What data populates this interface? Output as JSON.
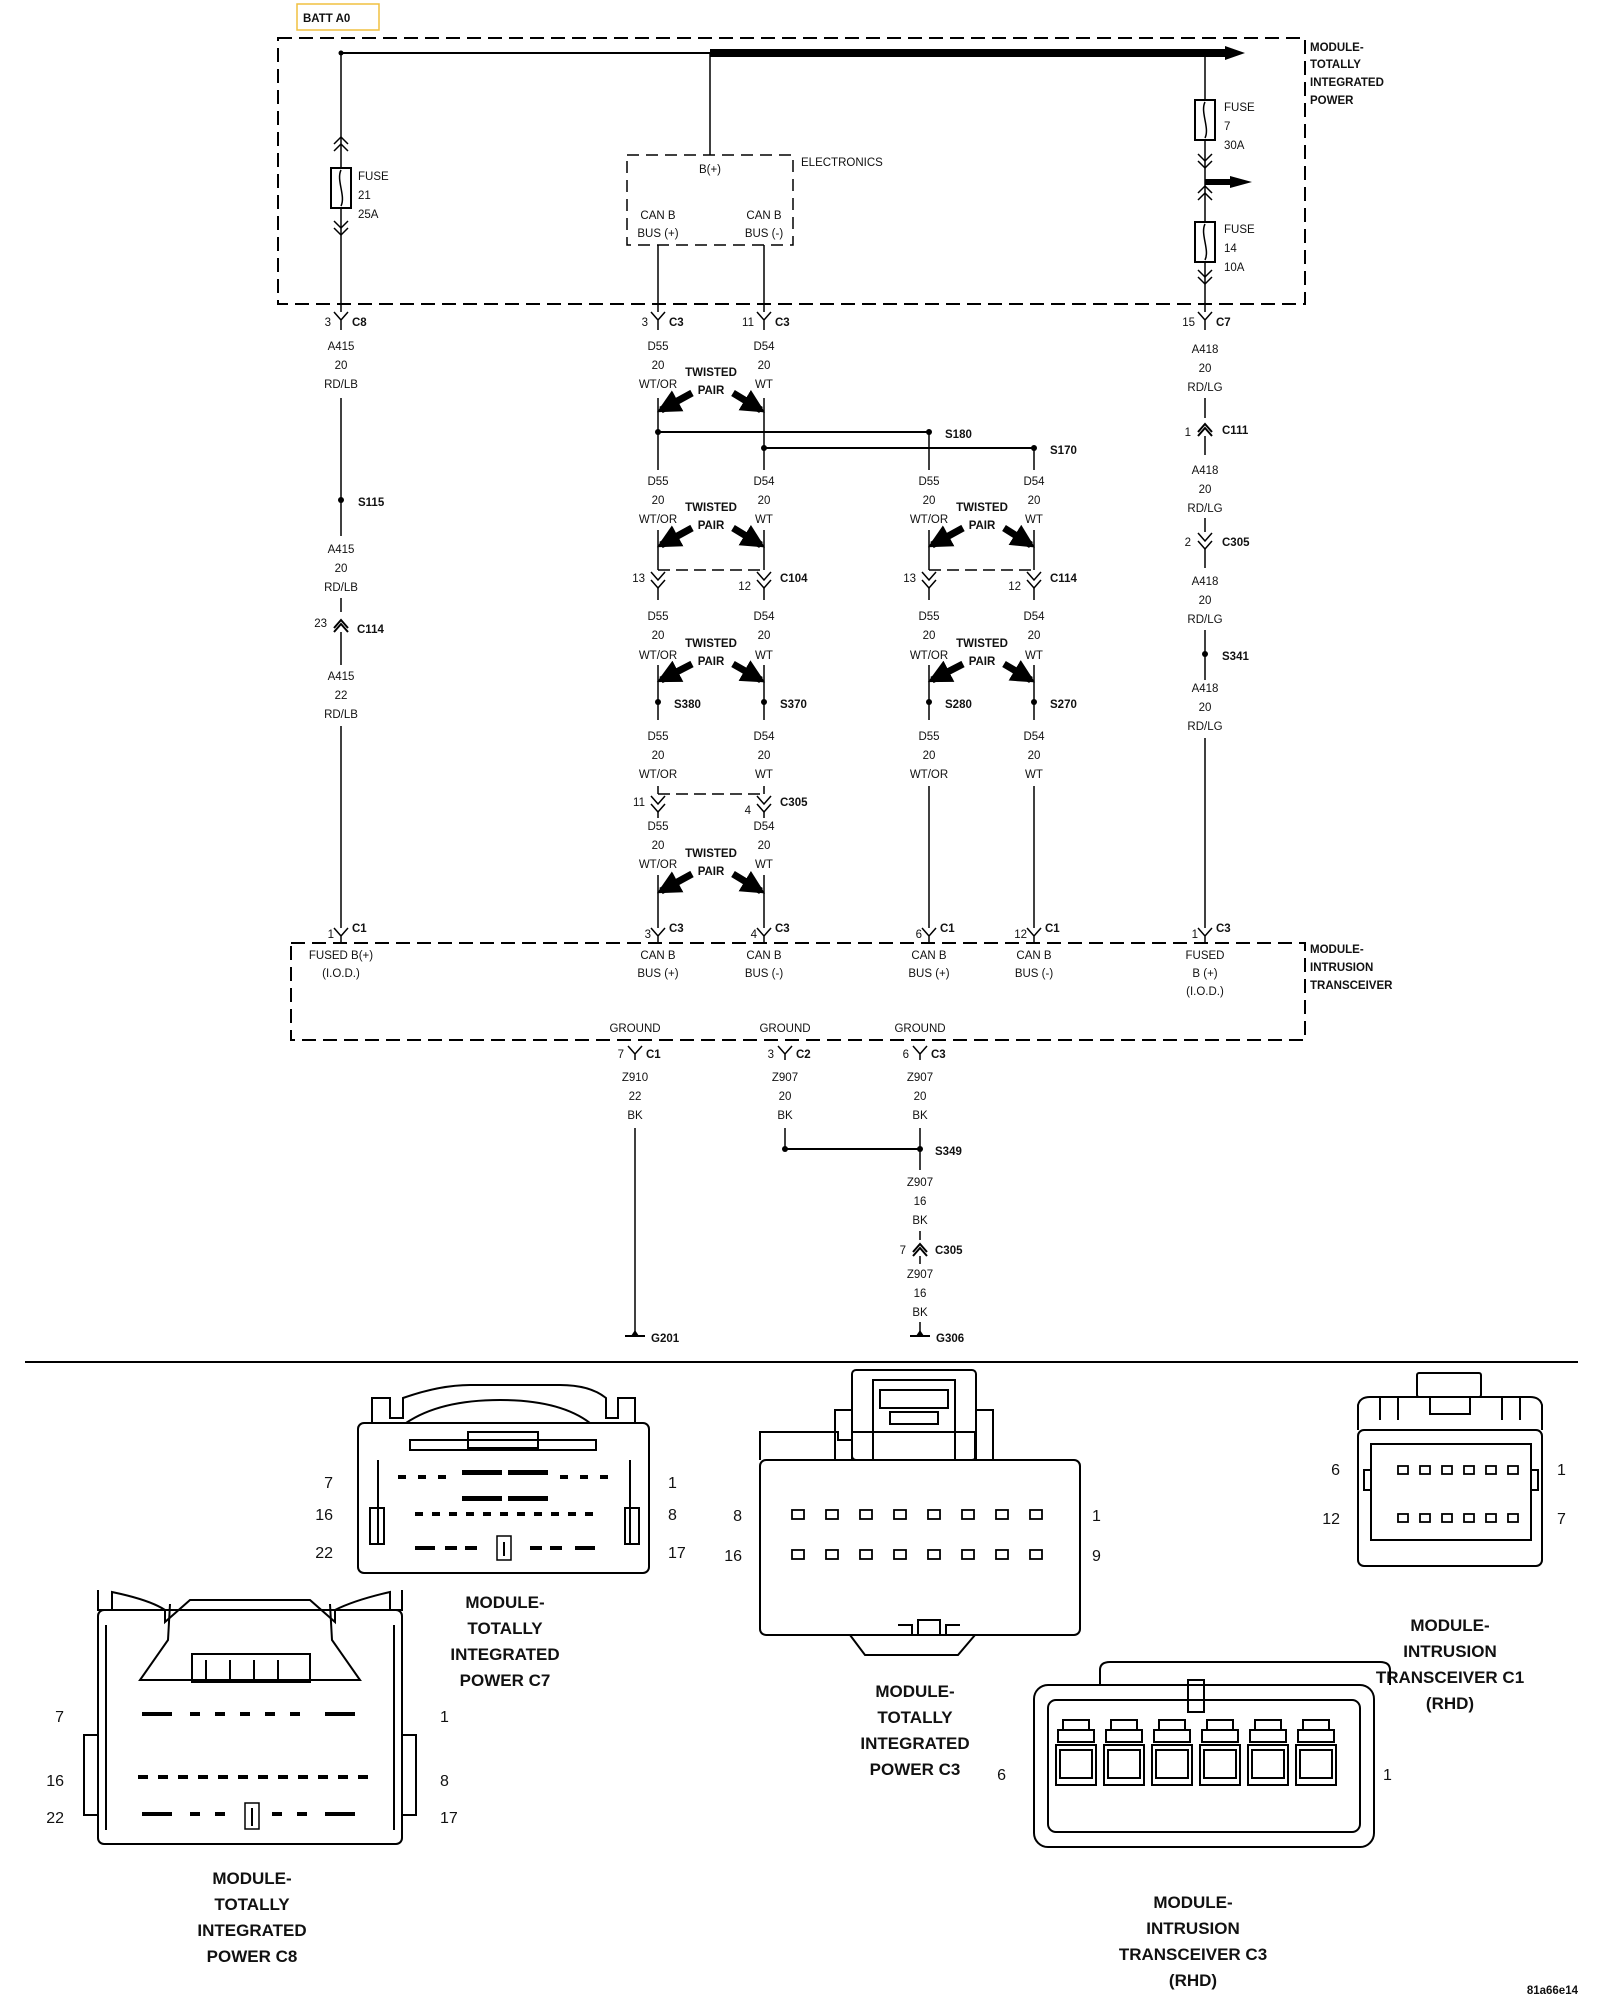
{
  "batt": "BATT A0",
  "modules": {
    "tip": [
      "MODULE-",
      "TOTALLY",
      "INTEGRATED",
      "POWER"
    ],
    "itm": [
      "MODULE-",
      "INTRUSION",
      "TRANSCEIVER"
    ]
  },
  "fuses": {
    "f21": [
      "FUSE",
      "21",
      "25A"
    ],
    "f7": [
      "FUSE",
      "7",
      "30A"
    ],
    "f14": [
      "FUSE",
      "14",
      "10A"
    ]
  },
  "electronics": {
    "label": "ELECTRONICS",
    "bplus": "B(+)",
    "canb_pos": [
      "CAN B",
      "BUS (+)"
    ],
    "canb_neg": [
      "CAN B",
      "BUS (-)"
    ]
  },
  "tip_connectors": [
    {
      "pin": "3",
      "name": "C8"
    },
    {
      "pin": "3",
      "name": "C3"
    },
    {
      "pin": "11",
      "name": "C3"
    },
    {
      "pin": "15",
      "name": "C7"
    }
  ],
  "wires": {
    "a415_20": [
      "A415",
      "20",
      "RD/LB"
    ],
    "a415_22": [
      "A415",
      "22",
      "RD/LB"
    ],
    "d55": [
      "D55",
      "20",
      "WT/OR"
    ],
    "d54": [
      "D54",
      "20",
      "WT"
    ],
    "a418": [
      "A418",
      "20",
      "RD/LG"
    ],
    "z910": [
      "Z910",
      "22",
      "BK"
    ],
    "z907_20": [
      "Z907",
      "20",
      "BK"
    ],
    "z907_16": [
      "Z907",
      "16",
      "BK"
    ]
  },
  "twisted": [
    "TWISTED",
    "PAIR"
  ],
  "splices": {
    "s115": "S115",
    "s180": "S180",
    "s170": "S170",
    "s380": "S380",
    "s370": "S370",
    "s280": "S280",
    "s270": "S270",
    "s341": "S341",
    "s349": "S349"
  },
  "inline": {
    "c114a": {
      "pin": "23",
      "name": "C114"
    },
    "c111": {
      "pin": "1",
      "name": "C111"
    },
    "c305a": {
      "pin": "2",
      "name": "C305"
    },
    "c104": {
      "p1": "13",
      "p2": "12",
      "name": "C104"
    },
    "c114b": {
      "p1": "13",
      "p2": "12",
      "name": "C114"
    },
    "c305b": {
      "p1": "11",
      "p2": "4",
      "name": "C305"
    },
    "c305c": {
      "pin": "7",
      "name": "C305"
    }
  },
  "itm_pins": [
    {
      "pin": "1",
      "name": "C1",
      "label": [
        "FUSED B(+)",
        "(I.O.D.)"
      ]
    },
    {
      "pin": "3",
      "name": "C3",
      "label": [
        "CAN B",
        "BUS (+)"
      ]
    },
    {
      "pin": "4",
      "name": "C3",
      "label": [
        "CAN B",
        "BUS (-)"
      ]
    },
    {
      "pin": "6",
      "name": "C1",
      "label": [
        "CAN B",
        "BUS (+)"
      ]
    },
    {
      "pin": "12",
      "name": "C1",
      "label": [
        "CAN B",
        "BUS (-)"
      ]
    },
    {
      "pin": "1",
      "name": "C3",
      "label": [
        "FUSED",
        "B (+)",
        "(I.O.D.)"
      ]
    }
  ],
  "grounds": [
    {
      "label": "GROUND",
      "pin": "7",
      "name": "C1"
    },
    {
      "label": "GROUND",
      "pin": "3",
      "name": "C2"
    },
    {
      "label": "GROUND",
      "pin": "6",
      "name": "C3"
    }
  ],
  "ground_points": {
    "g201": "G201",
    "g306": "G306"
  },
  "connector_views": {
    "c7": {
      "title": [
        "MODULE-",
        "TOTALLY",
        "INTEGRATED",
        "POWER C7"
      ],
      "pins": [
        "7",
        "1",
        "16",
        "8",
        "22",
        "17"
      ]
    },
    "c8": {
      "title": [
        "MODULE-",
        "TOTALLY",
        "INTEGRATED",
        "POWER C8"
      ],
      "pins": [
        "7",
        "1",
        "16",
        "8",
        "22",
        "17"
      ]
    },
    "c3": {
      "title": [
        "MODULE-",
        "TOTALLY",
        "INTEGRATED",
        "POWER C3"
      ],
      "pins": [
        "8",
        "1",
        "16",
        "9"
      ]
    },
    "itm_c1": {
      "title": [
        "MODULE-",
        "INTRUSION",
        "TRANSCEIVER C1",
        "(RHD)"
      ],
      "pins": [
        "6",
        "1",
        "12",
        "7"
      ]
    },
    "itm_c3": {
      "title": [
        "MODULE-",
        "INTRUSION",
        "TRANSCEIVER C3",
        "(RHD)"
      ],
      "pins": [
        "6",
        "1"
      ]
    }
  },
  "figure_id": "81a66e14"
}
